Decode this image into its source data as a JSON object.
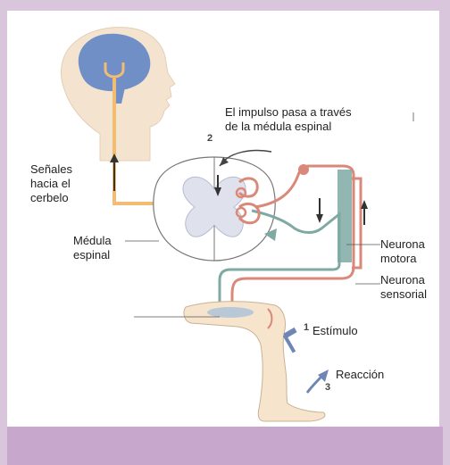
{
  "labels": {
    "impulse_line1": "El impulso pasa a través",
    "impulse_line2": "de la médula espinal",
    "signals_line1": "Señales",
    "signals_line2": "hacia el",
    "signals_line3": "cerbelo",
    "medulla_line1": "Médula",
    "medulla_line2": "espinal",
    "motor_line1": "Neurona",
    "motor_line2": "motora",
    "sensory_line1": "Neurona",
    "sensory_line2": "sensorial",
    "stimulus": "Estímulo",
    "reaction": "Reacción"
  },
  "steps": {
    "one": "1",
    "two": "2",
    "three": "3"
  },
  "colors": {
    "background_frame": "#d9c6dc",
    "panel": "#ffffff",
    "brain": "#6f8fc6",
    "head_skin": "#f3e3cf",
    "ascending_path": "#f2bd72",
    "sensory_neuron": "#d98879",
    "motor_neuron": "#7fa9a3",
    "hammer": "#6f86b5"
  }
}
